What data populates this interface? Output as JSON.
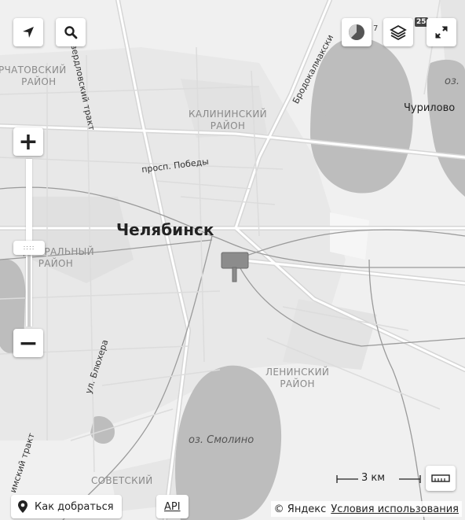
{
  "map": {
    "city": "Челябинск",
    "districts": [
      {
        "id": "kurchatovsky",
        "line1": "РЧАТОВСКИЙ",
        "line2": "РАЙОН"
      },
      {
        "id": "kalininsky",
        "line1": "КАЛИНИНСКИЙ",
        "line2": "РАЙОН"
      },
      {
        "id": "central",
        "line1": "ЦЕНТРАЛЬНЫЙ",
        "line2": "РАЙОН"
      },
      {
        "id": "leninsky",
        "line1": "ЛЕНИНСКИЙ",
        "line2": "РАЙОН"
      },
      {
        "id": "sovetsky",
        "line1": "СОВЕТСКИЙ",
        "line2": ""
      }
    ],
    "streets": {
      "pobedy": "просп. Победы",
      "sverdlovsky": "вердловский тракт",
      "brodokalmaksky": "Бродокалмакски",
      "blyukhera": "ул. Блюхера",
      "troitsky": "имский тракт"
    },
    "places": {
      "churilovo": "Чурилово",
      "lake_top_right": "оз.",
      "lake_smolino": "оз. Смолино"
    }
  },
  "controls": {
    "geolocation_icon": "navigation-arrow-icon",
    "search_icon": "magnifier-icon",
    "zoom_in": "+",
    "zoom_out": "−",
    "zoom_level": 0.47,
    "traffic_icon": "traffic-circle-icon",
    "traffic_suffix": "7",
    "layers_icon": "layers-icon",
    "layers_badge": "25",
    "fullscreen_icon": "expand-arrows-icon",
    "ruler_icon": "ruler-icon"
  },
  "footer": {
    "route_label": "Как добраться",
    "api_label": "API",
    "copyright": "© Яндекс",
    "terms_label": "Условия использования",
    "scale_label": "3 км"
  },
  "colors": {
    "land": "#f0f0f0",
    "water": "#bdbdbd",
    "road": "#d9d9d9",
    "marker": "#8c8c8c"
  }
}
